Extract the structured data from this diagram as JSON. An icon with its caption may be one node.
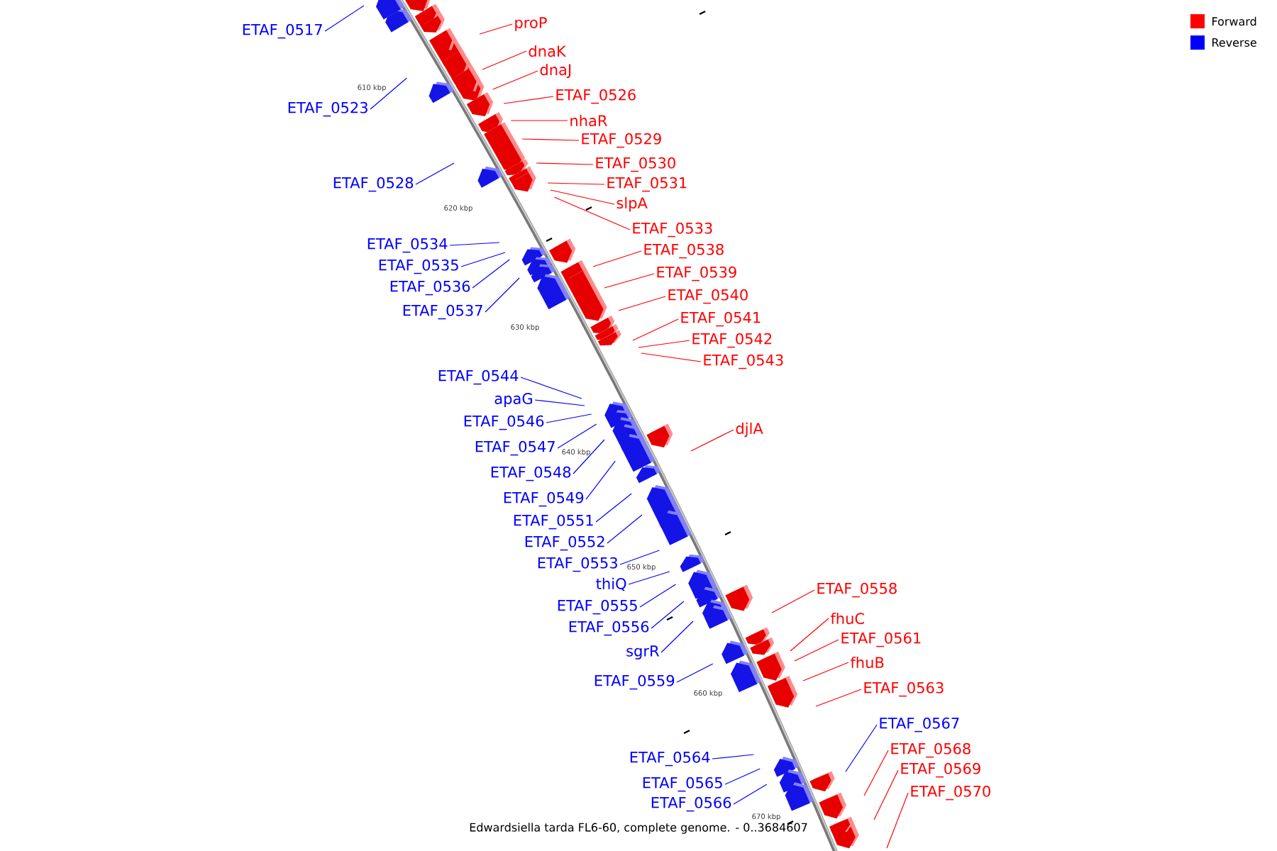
{
  "diagram": {
    "caption": "Edwardsiella tarda FL6-60, complete genome. - 0..3684607",
    "nodes": [
      {
        "text": [
          "proP"
        ]
      },
      {
        "text": [
          "ETAF_0517"
        ]
      },
      {
        "text": [
          "dnaK"
        ]
      },
      {
        "text": [
          "dnaJ"
        ]
      },
      {
        "text": [
          "ETAF_0526"
        ]
      },
      {
        "text": [
          "ETAF_0523"
        ]
      },
      {
        "text": [
          "nhaR"
        ]
      },
      {
        "text": [
          "ETAF_0529"
        ]
      },
      {
        "text": [
          "ETAF_0530"
        ]
      },
      {
        "text": [
          "ETAF_0528"
        ]
      },
      {
        "text": [
          "ETAF_0531"
        ]
      },
      {
        "text": [
          "slpA"
        ]
      },
      {
        "text": [
          "ETAF_0533"
        ]
      },
      {
        "text": [
          "ETAF_0534"
        ]
      },
      {
        "text": [
          "ETAF_0538"
        ]
      },
      {
        "text": [
          "ETAF_0535"
        ]
      },
      {
        "text": [
          "ETAF_0539"
        ]
      },
      {
        "text": [
          "ETAF_0536"
        ]
      },
      {
        "text": [
          "ETAF_0540"
        ]
      },
      {
        "text": [
          "ETAF_0537"
        ]
      },
      {
        "text": [
          "ETAF_0541"
        ]
      },
      {
        "text": [
          "ETAF_0542"
        ]
      },
      {
        "text": [
          "ETAF_0543"
        ]
      },
      {
        "text": [
          "ETAF_0544"
        ]
      },
      {
        "text": [
          "apaG"
        ]
      },
      {
        "text": [
          "ETAF_0546"
        ]
      },
      {
        "text": [
          "djlA"
        ]
      },
      {
        "text": [
          "ETAF_0547"
        ]
      },
      {
        "text": [
          "ETAF_0548"
        ]
      },
      {
        "text": [
          "ETAF_0549"
        ]
      },
      {
        "text": [
          "ETAF_0551"
        ]
      },
      {
        "text": [
          "ETAF_0552"
        ]
      },
      {
        "text": [
          "ETAF_0553"
        ]
      },
      {
        "text": [
          "thiQ"
        ]
      },
      {
        "text": [
          "ETAF_0558"
        ]
      },
      {
        "text": [
          "ETAF_0555"
        ]
      },
      {
        "text": [
          "fhuC"
        ]
      },
      {
        "text": [
          "ETAF_0556"
        ]
      },
      {
        "text": [
          "ETAF_0561"
        ]
      },
      {
        "text": [
          "sgrR"
        ]
      },
      {
        "text": [
          "fhuB"
        ]
      },
      {
        "text": [
          "ETAF_0559"
        ]
      },
      {
        "text": [
          "ETAF_0563"
        ]
      },
      {
        "text": [
          "ETAF_0567"
        ]
      },
      {
        "text": [
          "ETAF_0568"
        ]
      },
      {
        "text": [
          "ETAF_0564"
        ]
      },
      {
        "text": [
          "ETAF_0569"
        ]
      },
      {
        "text": [
          "ETAF_0565"
        ]
      },
      {
        "text": [
          "ETAF_0570"
        ]
      },
      {
        "text": [
          "ETAF_0566"
        ]
      }
    ],
    "edges": [
      {
        "from": 0,
        "to": null,
        "arrow": "none",
        "color": "#ff0000"
      },
      {
        "from": 1,
        "to": null,
        "arrow": "none",
        "color": "#0000ff"
      },
      {
        "from": 2,
        "to": null,
        "arrow": "none",
        "color": "#ff0000"
      },
      {
        "from": 3,
        "to": null,
        "arrow": "none",
        "color": "#ff0000"
      },
      {
        "from": 4,
        "to": null,
        "arrow": "none",
        "color": "#ff0000"
      },
      {
        "from": 5,
        "to": null,
        "arrow": "none",
        "color": "#0000ff"
      },
      {
        "from": 6,
        "to": null,
        "arrow": "none",
        "color": "#ff0000"
      },
      {
        "from": 7,
        "to": null,
        "arrow": "none",
        "color": "#ff0000"
      },
      {
        "from": 8,
        "to": null,
        "arrow": "none",
        "color": "#ff0000"
      },
      {
        "from": 9,
        "to": null,
        "arrow": "none",
        "color": "#0000ff"
      },
      {
        "from": 10,
        "to": null,
        "arrow": "none",
        "color": "#ff0000"
      },
      {
        "from": 11,
        "to": null,
        "arrow": "none",
        "color": "#ff0000"
      },
      {
        "from": 12,
        "to": null,
        "arrow": "none",
        "color": "#ff0000"
      },
      {
        "from": 13,
        "to": null,
        "arrow": "none",
        "color": "#0000ff"
      },
      {
        "from": 14,
        "to": null,
        "arrow": "none",
        "color": "#ff0000"
      },
      {
        "from": 15,
        "to": null,
        "arrow": "none",
        "color": "#0000ff"
      },
      {
        "from": 16,
        "to": null,
        "arrow": "none",
        "color": "#ff0000"
      },
      {
        "from": 17,
        "to": null,
        "arrow": "none",
        "color": "#0000ff"
      },
      {
        "from": 18,
        "to": null,
        "arrow": "none",
        "color": "#ff0000"
      },
      {
        "from": 19,
        "to": null,
        "arrow": "none",
        "color": "#0000ff"
      },
      {
        "from": 20,
        "to": null,
        "arrow": "none",
        "color": "#ff0000"
      },
      {
        "from": 21,
        "to": null,
        "arrow": "none",
        "color": "#ff0000"
      },
      {
        "from": 22,
        "to": null,
        "arrow": "none",
        "color": "#ff0000"
      },
      {
        "from": 23,
        "to": null,
        "arrow": "none",
        "color": "#0000ff"
      },
      {
        "from": 24,
        "to": null,
        "arrow": "none",
        "color": "#0000ff"
      },
      {
        "from": 25,
        "to": null,
        "arrow": "none",
        "color": "#0000ff"
      },
      {
        "from": 26,
        "to": null,
        "arrow": "none",
        "color": "#ff0000"
      },
      {
        "from": 27,
        "to": null,
        "arrow": "none",
        "color": "#0000ff"
      },
      {
        "from": 28,
        "to": null,
        "arrow": "none",
        "color": "#0000ff"
      },
      {
        "from": 29,
        "to": null,
        "arrow": "none",
        "color": "#0000ff"
      },
      {
        "from": 30,
        "to": null,
        "arrow": "none",
        "color": "#0000ff"
      },
      {
        "from": 31,
        "to": null,
        "arrow": "none",
        "color": "#0000ff"
      },
      {
        "from": 32,
        "to": null,
        "arrow": "none",
        "color": "#0000ff"
      },
      {
        "from": 33,
        "to": null,
        "arrow": "none",
        "color": "#0000ff"
      },
      {
        "from": 34,
        "to": null,
        "arrow": "none",
        "color": "#ff0000"
      },
      {
        "from": 35,
        "to": null,
        "arrow": "none",
        "color": "#0000ff"
      },
      {
        "from": 36,
        "to": null,
        "arrow": "none",
        "color": "#ff0000"
      },
      {
        "from": 37,
        "to": null,
        "arrow": "none",
        "color": "#0000ff"
      },
      {
        "from": 38,
        "to": null,
        "arrow": "none",
        "color": "#ff0000"
      },
      {
        "from": 39,
        "to": null,
        "arrow": "none",
        "color": "#0000ff"
      },
      {
        "from": 40,
        "to": null,
        "arrow": "none",
        "color": "#ff0000"
      },
      {
        "from": 41,
        "to": null,
        "arrow": "none",
        "color": "#0000ff"
      },
      {
        "from": 42,
        "to": null,
        "arrow": "none",
        "color": "#ff0000"
      },
      {
        "from": 43,
        "to": null,
        "arrow": "none",
        "color": "#0000ff"
      },
      {
        "from": 44,
        "to": null,
        "arrow": "none",
        "color": "#ff0000"
      },
      {
        "from": 45,
        "to": null,
        "arrow": "none",
        "color": "#0000ff"
      },
      {
        "from": 46,
        "to": null,
        "arrow": "none",
        "color": "#ff0000"
      },
      {
        "from": 47,
        "to": null,
        "arrow": "none",
        "color": "#0000ff"
      },
      {
        "from": 48,
        "to": null,
        "arrow": "none",
        "color": "#ff0000"
      },
      {
        "from": 49,
        "to": null,
        "arrow": "none",
        "color": "#0000ff"
      }
    ],
    "labels": [
      "610 kbp",
      "620 kbp",
      "630 kbp",
      "640 kbp",
      "650 kbp",
      "660 kbp",
      "670 kbp"
    ],
    "legend": [
      {
        "text": "Forward",
        "color": "#ff0000"
      },
      {
        "text": "Reverse",
        "color": "#0000ff"
      }
    ]
  }
}
